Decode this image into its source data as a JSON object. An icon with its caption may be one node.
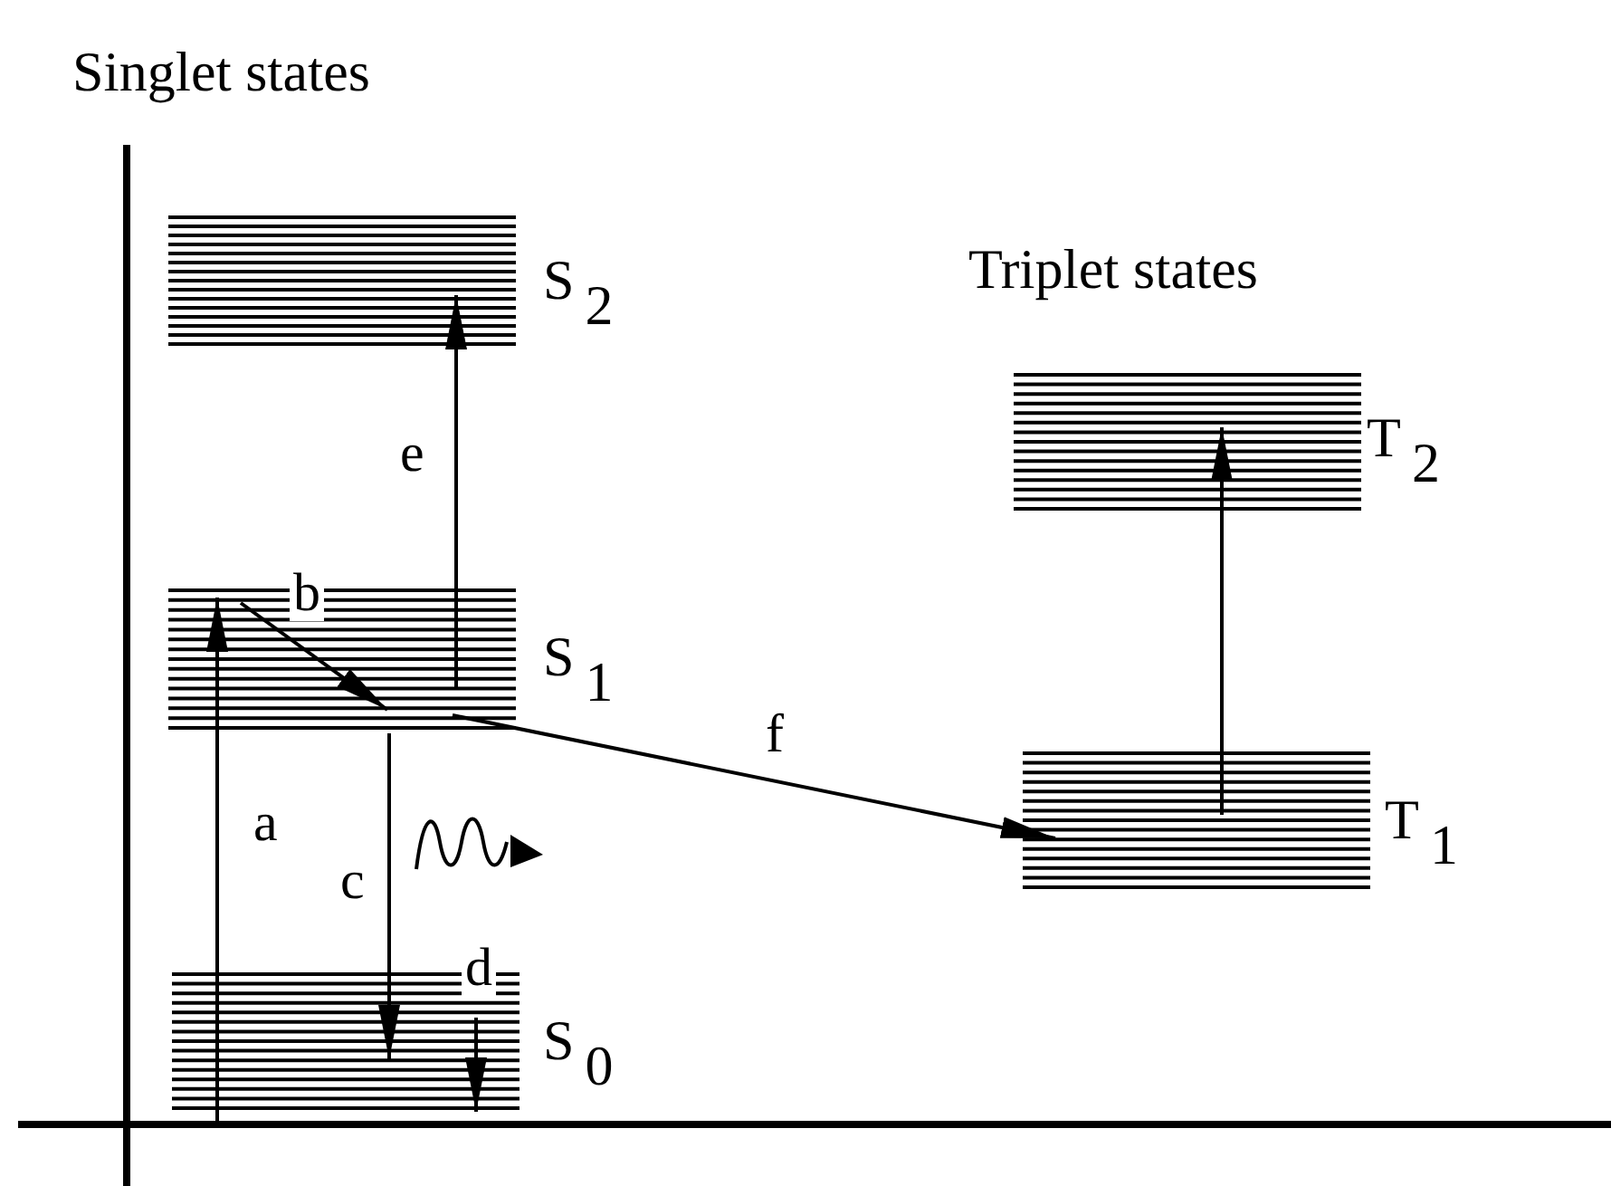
{
  "diagram": {
    "nodes": [
      {
        "text": [
          "S$_{2}$"
        ]
      },
      {
        "text": [
          "S$_{1}$"
        ]
      },
      {
        "text": [
          "S$_{0}$"
        ]
      },
      {
        "text": [
          "T$_{2}$"
        ]
      },
      {
        "text": [
          "T$_{1}$"
        ]
      }
    ],
    "edges": [
      {
        "from": 2,
        "to": 1,
        "arrow": "to",
        "label": "a"
      },
      {
        "from": 1,
        "to": 1,
        "arrow": "to",
        "label": "b"
      },
      {
        "from": 1,
        "to": 2,
        "arrow": "to",
        "label": "c"
      },
      {
        "from": 2,
        "to": 2,
        "arrow": "to",
        "label": "d"
      },
      {
        "from": 1,
        "to": 0,
        "arrow": "to",
        "label": "e"
      },
      {
        "from": 1,
        "to": 4,
        "arrow": "to",
        "label": "f"
      },
      {
        "from": 4,
        "to": 3,
        "arrow": "to"
      }
    ],
    "labels": [
      "Singlet states",
      "Triplet states"
    ]
  }
}
